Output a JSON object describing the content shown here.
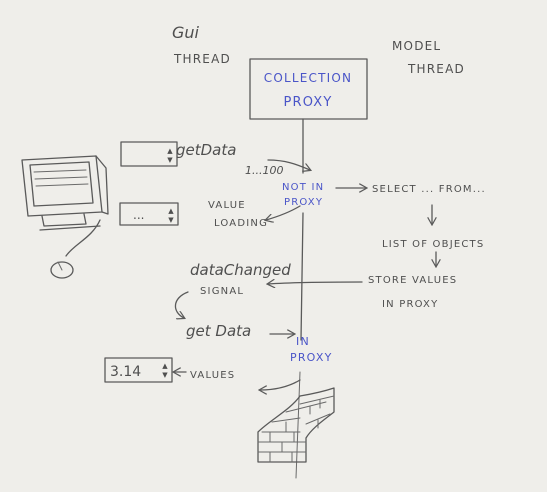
{
  "threads": {
    "gui": [
      "Gui",
      "THREAD"
    ],
    "model": [
      "MODEL",
      "THREAD"
    ]
  },
  "collection_proxy": [
    "COLLECTION",
    "PROXY"
  ],
  "calls": {
    "get_data_1": {
      "label": "getData",
      "range": "1...100"
    },
    "get_data_2": {
      "label": "get Data"
    }
  },
  "states": {
    "not_in_proxy": [
      "NOT IN",
      "PROXY"
    ],
    "in_proxy": [
      "IN",
      "PROXY"
    ]
  },
  "model_steps": {
    "select": "SELECT ... FROM...",
    "list": "LIST OF OBJECTS",
    "store": [
      "STORE VALUES",
      "IN PROXY"
    ]
  },
  "gui_labels": {
    "value_loading": [
      "VALUE",
      "LOADING"
    ],
    "data_changed": "dataChanged",
    "signal": "SIGNAL",
    "values": "VALUES"
  },
  "spinboxes": {
    "loading_value": "...",
    "final_value": "3.14"
  },
  "colors": {
    "ink": "#5a5a5a",
    "blue_ink": "#4a55c8",
    "paper": "#efeeea"
  }
}
